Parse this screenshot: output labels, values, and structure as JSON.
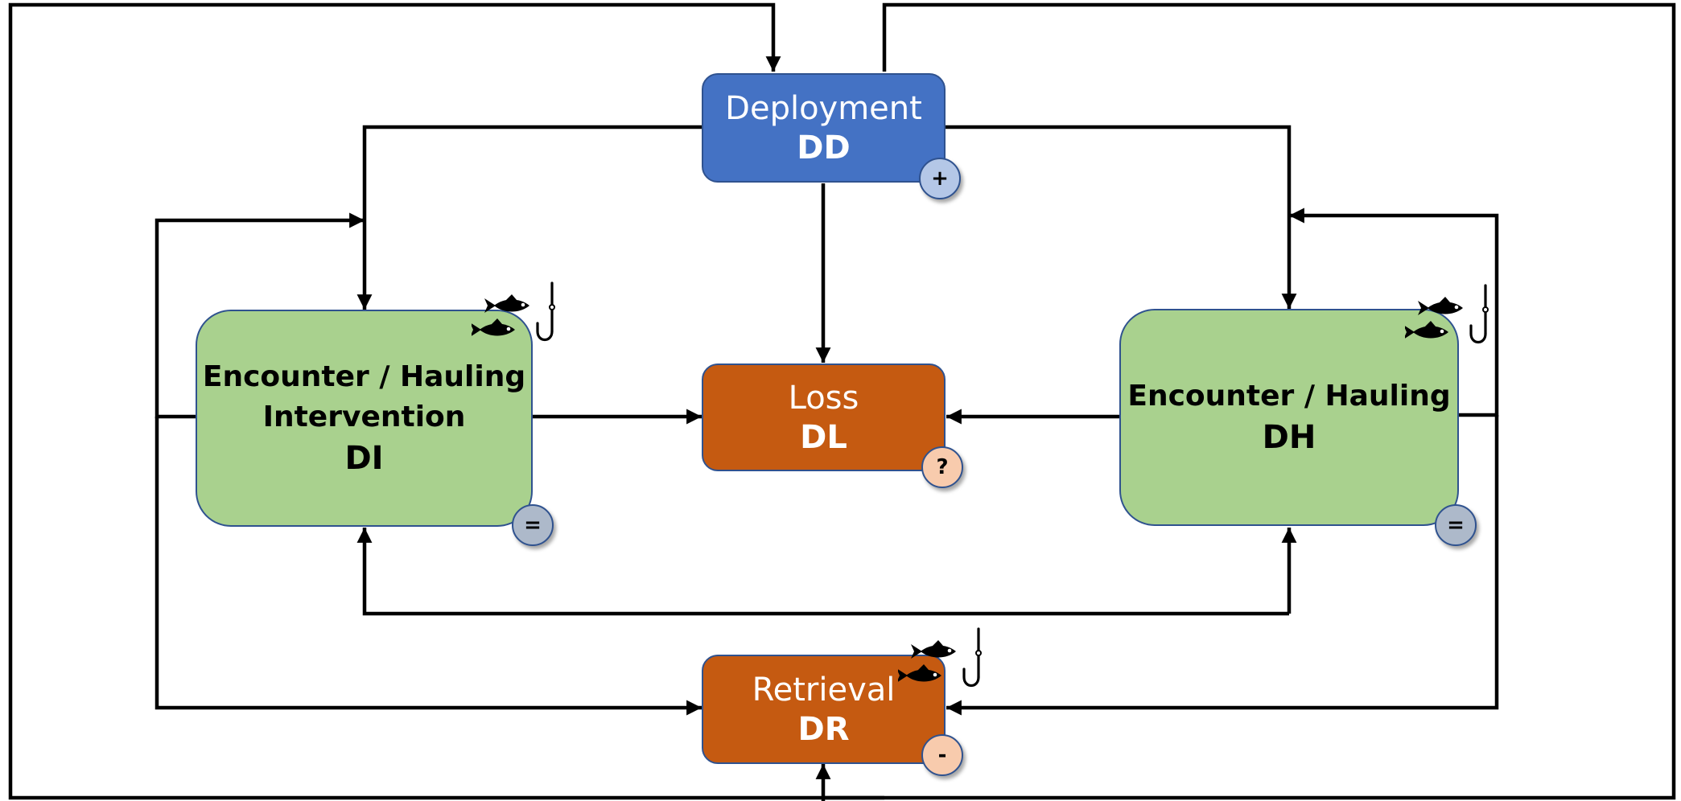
{
  "nodes": {
    "deployment": {
      "name": "Deployment",
      "code": "DD",
      "badge": "+"
    },
    "loss": {
      "name": "Loss",
      "code": "DL",
      "badge": "?"
    },
    "encounter_intervention": {
      "name_line1": "Encounter / Hauling",
      "name_line2": "Intervention",
      "code": "DI",
      "badge": "="
    },
    "encounter_hauling": {
      "name": "Encounter / Hauling",
      "code": "DH",
      "badge": "="
    },
    "retrieval": {
      "name": "Retrieval",
      "code": "DR",
      "badge": "-"
    }
  },
  "icons": {
    "catch": "fish-and-hook-icon"
  },
  "colors": {
    "deployment": "#4472c4",
    "loss_retrieval": "#c55a11",
    "encounter": "#a9d18e",
    "badge_plus": "#b4c7e7",
    "badge_question_minus": "#f8cbad",
    "badge_equals": "#adb9ca",
    "arrows": "#000000"
  }
}
